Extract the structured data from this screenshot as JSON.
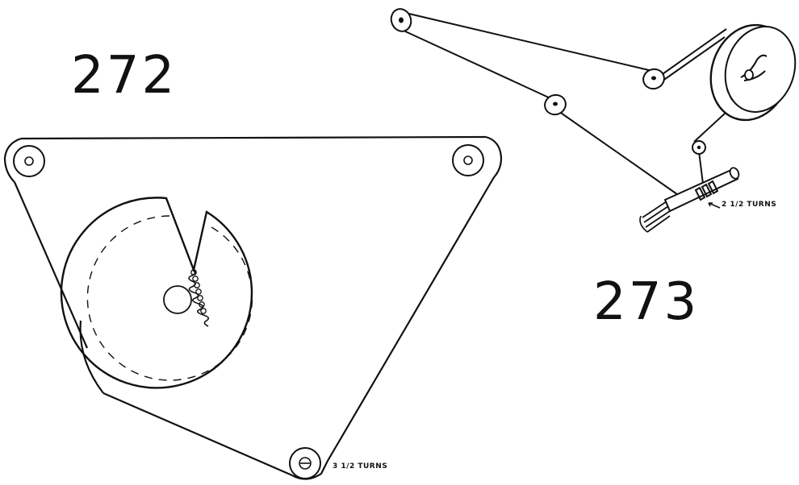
{
  "figures": [
    {
      "number": "272",
      "turns_label": "3 1/2 TURNS"
    },
    {
      "number": "273",
      "turns_label": "2 1/2 TURNS"
    }
  ],
  "ink_color": "#111111",
  "paper_color": "#ffffff"
}
